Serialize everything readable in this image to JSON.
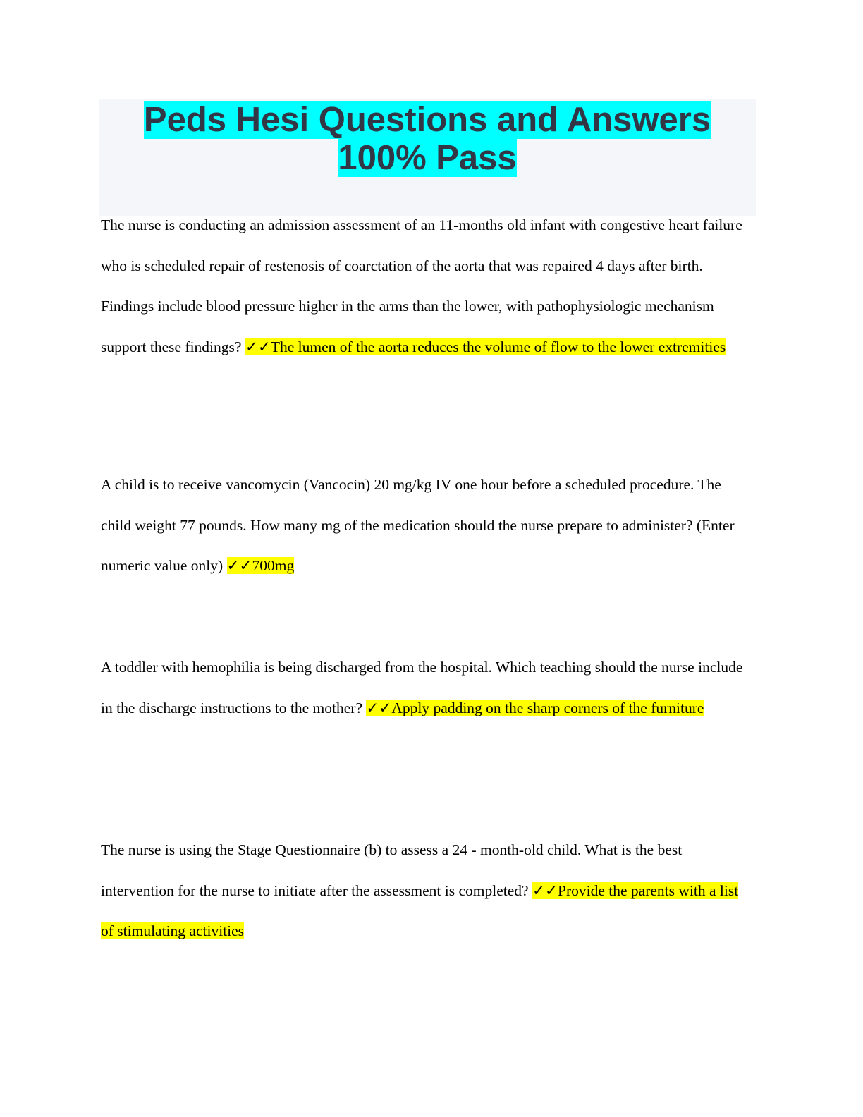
{
  "title": "Peds Hesi Questions and Answers 100% Pass",
  "check_mark": "✓✓",
  "questions": [
    {
      "question": " The nurse is conducting an admission assessment of an 11-months old infant with congestive heart failure who is scheduled repair of restenosis of coarctation of the aorta that was repaired 4 days after birth. Findings include blood pressure higher in the arms than the lower, with pathophysiologic mechanism support these findings?",
      "answer": "The lumen of the aorta reduces the volume of flow to the lower extremities"
    },
    {
      "question": "A child is to receive vancomycin (Vancocin) 20 mg/kg IV one hour before a scheduled procedure. The child weight 77 pounds. How many mg of the medication should the nurse prepare to administer? (Enter numeric value only)",
      "answer": "700mg"
    },
    {
      "question": "A toddler with hemophilia is being discharged from the hospital. Which teaching should the nurse include in the discharge instructions to the mother?",
      "answer": "Apply padding on the sharp corners of the furniture"
    },
    {
      "question": "The nurse is using the Stage Questionnaire (b) to assess a 24 - month-old child. What is the best intervention for the nurse to initiate after the assessment is completed?",
      "answer": "Provide the parents with a list of stimulating activities"
    }
  ]
}
